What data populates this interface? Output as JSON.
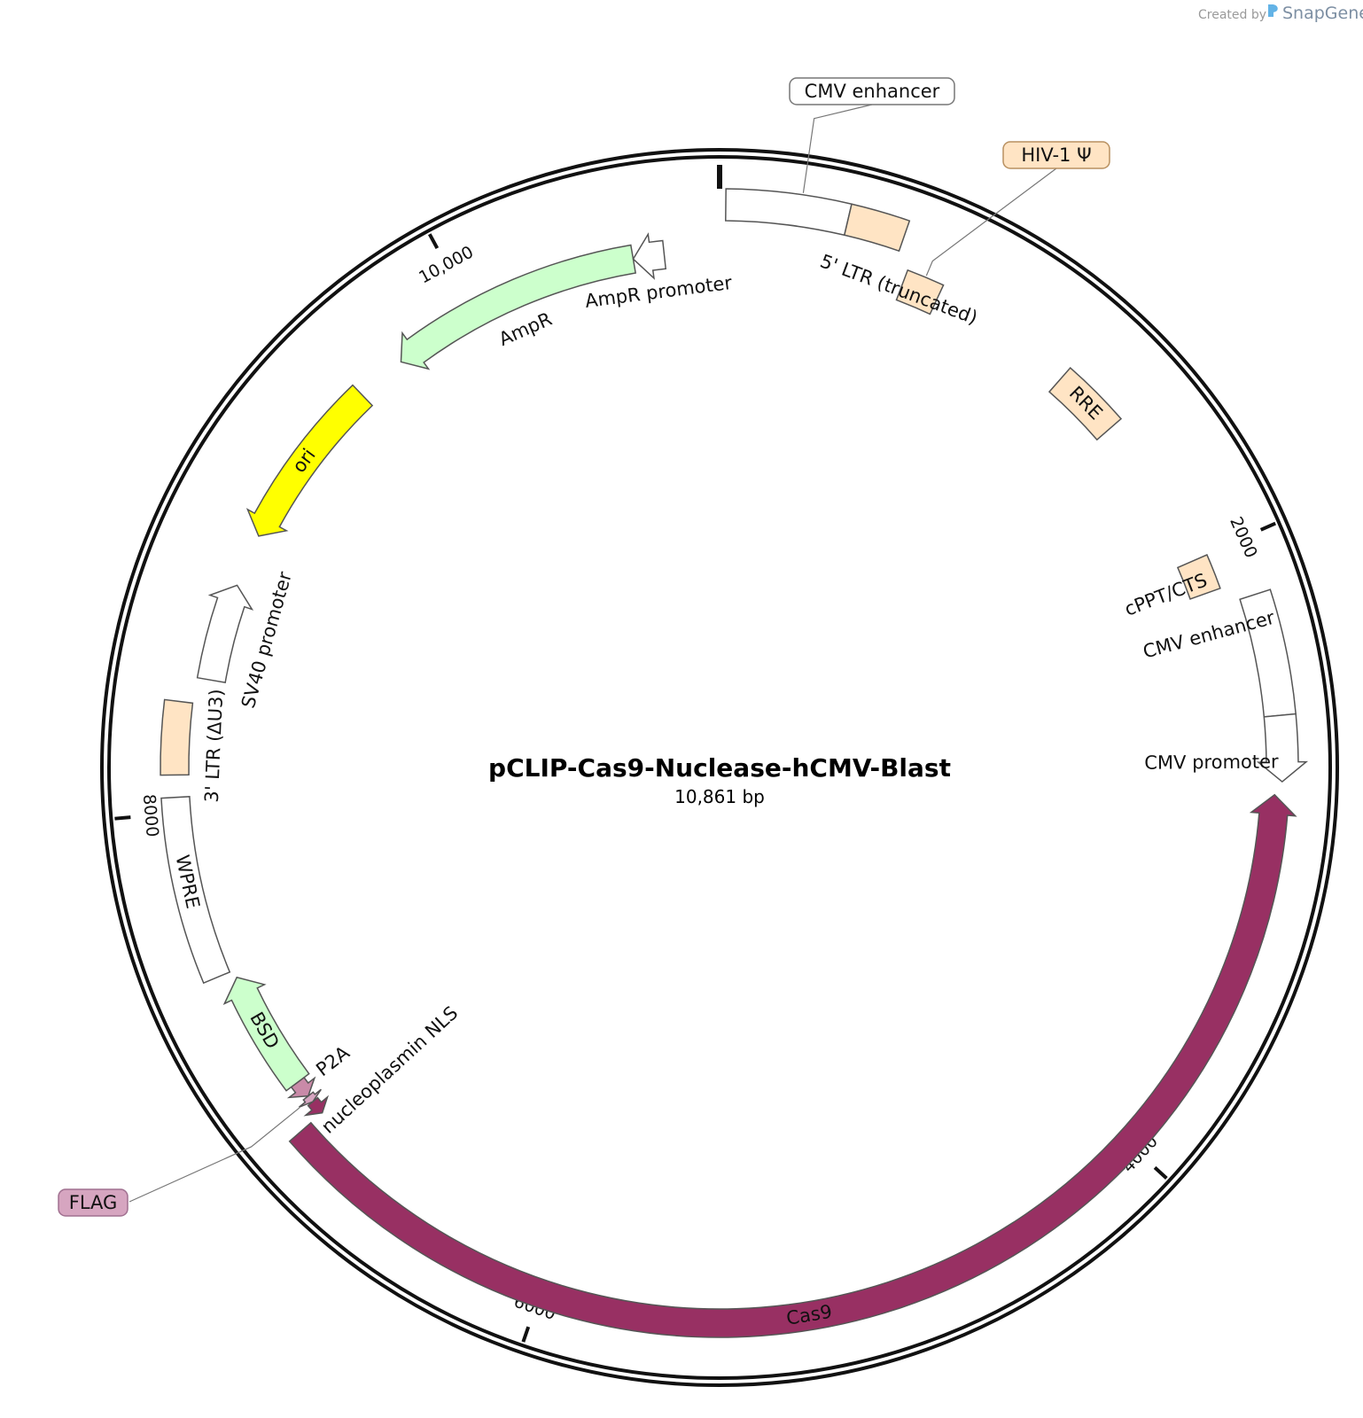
{
  "credit": {
    "created_by": "Created by",
    "brand": "SnapGene"
  },
  "plasmid": {
    "name": "pCLIP-Cas9-Nuclease-hCMV-Blast",
    "size_label": "10,861 bp",
    "length_bp": 10861
  },
  "ticks": [
    {
      "bp": 2000,
      "label": "2000"
    },
    {
      "bp": 4000,
      "label": "4000"
    },
    {
      "bp": 6000,
      "label": "6000"
    },
    {
      "bp": 8000,
      "label": "8000"
    },
    {
      "bp": 10000,
      "label": "10,000"
    }
  ],
  "features": [
    {
      "id": "cmv-enhancer-1",
      "label": "CMV enhancer",
      "start": 19,
      "end": 398,
      "color": "#ffffff",
      "label_mode": "callout"
    },
    {
      "id": "ltr5",
      "label": "5' LTR (truncated)",
      "start": 398,
      "end": 578,
      "color": "#ffe4c4",
      "label_mode": "arc"
    },
    {
      "id": "hiv-psi",
      "label": "HIV-1 Ψ",
      "start": 625,
      "end": 751,
      "color": "#ffe4c4",
      "label_mode": "callout"
    },
    {
      "id": "rre",
      "label": "RRE",
      "start": 1245,
      "end": 1479,
      "color": "#ffe4c4",
      "label_mode": "inside"
    },
    {
      "id": "cppt",
      "label": "cPPT/CTS",
      "start": 2004,
      "end": 2121,
      "color": "#ffe4c4",
      "label_mode": "arc"
    },
    {
      "id": "cmv-enhancer-2",
      "label": "CMV enhancer",
      "start": 2175,
      "end": 2555,
      "color": "#ffffff",
      "label_mode": "arc"
    },
    {
      "id": "cmv-promoter",
      "label": "CMV promoter",
      "start": 2555,
      "end": 2759,
      "color": "#ffffff",
      "label_mode": "arc"
    },
    {
      "id": "cas9",
      "label": "Cas9",
      "start": 2800,
      "end": 6909,
      "color": "#983063",
      "label_mode": "inside"
    },
    {
      "id": "nls",
      "label": "nucleoplasmin NLS",
      "start": 6909,
      "end": 6957,
      "color": "#983063",
      "label_mode": "arc"
    },
    {
      "id": "flag",
      "label": "FLAG",
      "start": 6957,
      "end": 6981,
      "color": "#d6a5c0",
      "label_mode": "callout"
    },
    {
      "id": "p2a",
      "label": "P2A",
      "start": 6981,
      "end": 7038,
      "color": "#c98aa8",
      "label_mode": "arc"
    },
    {
      "id": "bsd",
      "label": "BSD",
      "start": 7038,
      "end": 7437,
      "color": "#ccffcc",
      "label_mode": "inside"
    },
    {
      "id": "wpre",
      "label": "WPRE",
      "start": 7462,
      "end": 8051,
      "color": "#ffffff",
      "label_mode": "inside"
    },
    {
      "id": "ltr3",
      "label": "3' LTR (ΔU3)",
      "start": 8122,
      "end": 8356,
      "color": "#ffe4c4",
      "label_mode": "arc"
    },
    {
      "id": "sv40",
      "label": "SV40 promoter",
      "start": 8440,
      "end": 8770,
      "color": "#ffffff",
      "label_mode": "arc"
    },
    {
      "id": "ori",
      "label": "ori",
      "start": 8950,
      "end": 9539,
      "color": "#ffff00",
      "label_mode": "inside"
    },
    {
      "id": "ampr",
      "label": "AmpR",
      "start": 9710,
      "end": 10570,
      "color": "#ccffcc",
      "label_mode": "arc"
    },
    {
      "id": "ampr-promoter",
      "label": "AmpR promoter",
      "start": 10570,
      "end": 10675,
      "color": "#ffffff",
      "label_mode": "arc"
    }
  ]
}
